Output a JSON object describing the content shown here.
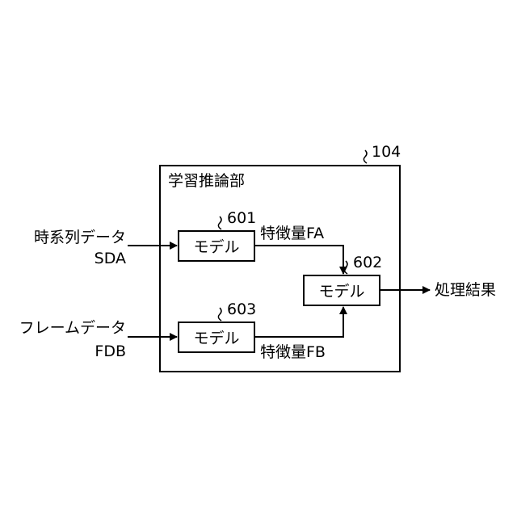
{
  "unit": {
    "label": "学習推論部",
    "ref": "104"
  },
  "inputs": {
    "time_series": {
      "name": "時系列データ",
      "code": "SDA"
    },
    "frame": {
      "name": "フレームデータ",
      "code": "FDB"
    }
  },
  "models": {
    "m601": {
      "label": "モデル",
      "ref": "601"
    },
    "m603": {
      "label": "モデル",
      "ref": "603"
    },
    "m602": {
      "label": "モデル",
      "ref": "602"
    }
  },
  "features": {
    "fa": "特徴量FA",
    "fb": "特徴量FB"
  },
  "output": {
    "label": "処理結果"
  }
}
